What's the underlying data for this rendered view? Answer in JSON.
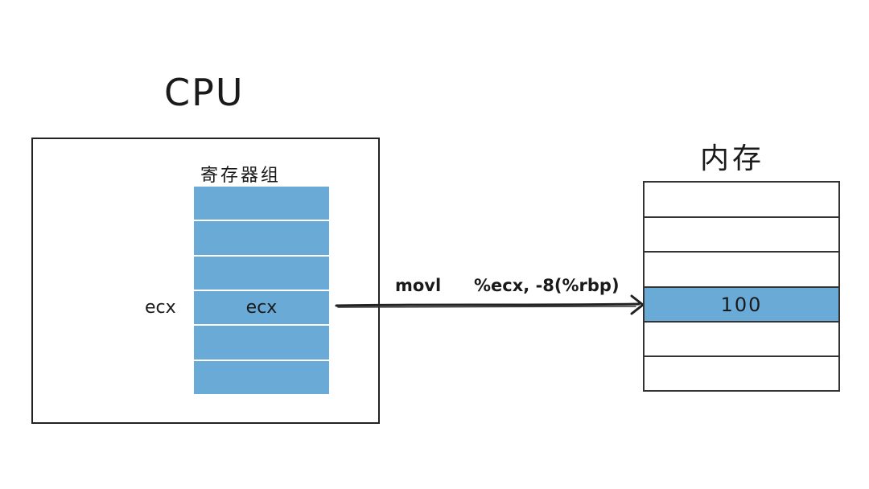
{
  "cpu": {
    "title": "CPU",
    "register_group_title": "寄存器组",
    "register_side_label": "ecx",
    "registers": [
      "",
      "",
      "",
      "ecx",
      "",
      ""
    ]
  },
  "instruction": {
    "op": "movl",
    "args": "%ecx, -8(%rbp)"
  },
  "memory": {
    "title": "内存",
    "cells": [
      "",
      "",
      "",
      "100",
      "",
      ""
    ],
    "highlight_index": 3
  },
  "colors": {
    "register_fill": "#6aaad6",
    "memory_highlight": "#6aaad6",
    "line": "#222222"
  }
}
